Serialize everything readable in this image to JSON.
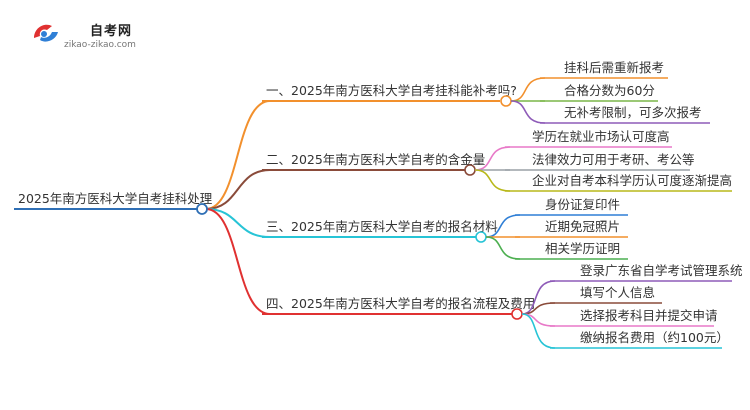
{
  "logo": {
    "title": "自考网",
    "url": "zikao-zikao.com"
  },
  "root": {
    "label": "2025年南方医科大学自考挂科处理"
  },
  "branches": [
    {
      "label": "一、2025年南方医科大学自考挂科能补考吗?",
      "color": "#f2902d",
      "children": [
        {
          "label": "挂科后需重新报考",
          "color": "#f2902d"
        },
        {
          "label": "合格分数为60分",
          "color": "#7ab648"
        },
        {
          "label": "无补考限制，可多次报考",
          "color": "#8e5bb8"
        }
      ]
    },
    {
      "label": "二、2025年南方医科大学自考的含金量",
      "color": "#8a4b3a",
      "children": [
        {
          "label": "学历在就业市场认可度高",
          "color": "#e879c8"
        },
        {
          "label": "法律效力可用于考研、考公等",
          "color": "#9aa0a6"
        },
        {
          "label": "企业对自考本科学历认可度逐渐提高",
          "color": "#b8b81a"
        }
      ]
    },
    {
      "label": "三、2025年南方医科大学自考的报名材料",
      "color": "#27c4d6",
      "children": [
        {
          "label": "身份证复印件",
          "color": "#2f7fd6"
        },
        {
          "label": "近期免冠照片",
          "color": "#f2902d"
        },
        {
          "label": "相关学历证明",
          "color": "#4caf50"
        }
      ]
    },
    {
      "label": "四、2025年南方医科大学自考的报名流程及费用",
      "color": "#e03131",
      "children": [
        {
          "label": "登录广东省自学考试管理系统",
          "color": "#8e5bb8"
        },
        {
          "label": "填写个人信息",
          "color": "#8a4b3a"
        },
        {
          "label": "选择报考科目并提交申请",
          "color": "#e879c8"
        },
        {
          "label": "缴纳报名费用（约100元）",
          "color": "#27c4d6"
        }
      ]
    }
  ]
}
